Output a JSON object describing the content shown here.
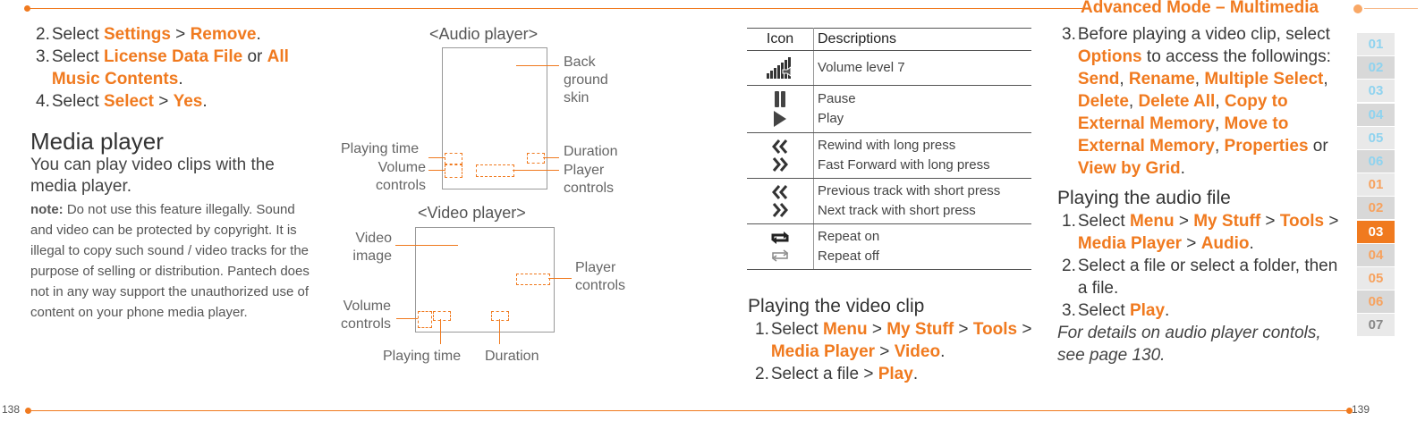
{
  "header": {
    "title": "Advanced Mode – Multimedia"
  },
  "page_numbers": {
    "left": "138",
    "right": "139"
  },
  "left_steps": [
    {
      "num": "2.",
      "parts": [
        [
          "Select ",
          false
        ],
        [
          "Settings",
          true
        ],
        [
          " > ",
          false
        ],
        [
          "Remove",
          true
        ],
        [
          ".",
          false
        ]
      ]
    },
    {
      "num": "3.",
      "parts": [
        [
          "Select ",
          false
        ],
        [
          "License Data File",
          true
        ],
        [
          " or ",
          false
        ],
        [
          "All Music Contents",
          true
        ],
        [
          ".",
          false
        ]
      ]
    },
    {
      "num": "4.",
      "parts": [
        [
          "Select ",
          false
        ],
        [
          "Select",
          true
        ],
        [
          " > ",
          false
        ],
        [
          "Yes",
          true
        ],
        [
          ".",
          false
        ]
      ]
    }
  ],
  "media_player": {
    "heading": "Media player",
    "intro": "You can play video clips with the media player.",
    "note_label": "note:",
    "note_text": " Do not use this feature illegally. Sound and video can be protected by copyright. It is illegal to copy such sound / video tracks for the purpose of selling or distribution. Pantech does not in any way support the unauthorized use of content on your phone media player."
  },
  "audio_diagram": {
    "title": "<Audio player>",
    "background_skin": [
      "Back",
      "ground",
      "skin"
    ],
    "playing_time": "Playing time",
    "volume_controls": [
      "Volume",
      "controls"
    ],
    "duration": "Duration",
    "player_controls": [
      "Player",
      "controls"
    ]
  },
  "video_diagram": {
    "title": "<Video player>",
    "video_image": [
      "Video",
      "image"
    ],
    "player_controls": [
      "Player",
      "controls"
    ],
    "volume_controls": [
      "Volume",
      "controls"
    ],
    "playing_time": "Playing time",
    "duration": "Duration"
  },
  "icon_table": {
    "headers": [
      "Icon",
      "Descriptions"
    ],
    "rows": [
      {
        "icons": [
          "volume-level-icon"
        ],
        "lines": [
          "Volume level 7"
        ]
      },
      {
        "icons": [
          "pause-icon",
          "play-icon"
        ],
        "lines": [
          "Pause",
          "Play"
        ]
      },
      {
        "icons": [
          "rewind-icon",
          "fast-forward-icon"
        ],
        "lines": [
          "Rewind with long press",
          "Fast Forward with long press"
        ]
      },
      {
        "icons": [
          "previous-track-icon",
          "next-track-icon"
        ],
        "lines": [
          "Previous track with short press",
          "Next track with short press"
        ]
      },
      {
        "icons": [
          "repeat-on-icon",
          "repeat-off-icon"
        ],
        "lines": [
          "Repeat on",
          "Repeat off"
        ]
      }
    ]
  },
  "video_clip": {
    "heading": "Playing the video clip",
    "steps": [
      {
        "num": "1.",
        "parts": [
          [
            "Select ",
            false
          ],
          [
            "Menu",
            true
          ],
          [
            " > ",
            false
          ],
          [
            "My Stuff",
            true
          ],
          [
            " > ",
            false
          ],
          [
            "Tools",
            true
          ],
          [
            " > ",
            false
          ],
          [
            "Media Player",
            true
          ],
          [
            " > ",
            false
          ],
          [
            "Video",
            true
          ],
          [
            ".",
            false
          ]
        ]
      },
      {
        "num": "2.",
        "parts": [
          [
            "Select a file > ",
            false
          ],
          [
            "Play",
            true
          ],
          [
            ".",
            false
          ]
        ]
      }
    ]
  },
  "right_col": {
    "step3": {
      "num": "3.",
      "parts": [
        [
          "Before playing a video clip, select ",
          false
        ],
        [
          "Options",
          true
        ],
        [
          " to access the followings: ",
          false
        ],
        [
          "Send",
          true
        ],
        [
          ", ",
          false
        ],
        [
          "Rename",
          true
        ],
        [
          ", ",
          false
        ],
        [
          "Multiple Select",
          true
        ],
        [
          ", ",
          false
        ],
        [
          "Delete",
          true
        ],
        [
          ", ",
          false
        ],
        [
          "Delete All",
          true
        ],
        [
          ", ",
          false
        ],
        [
          "Copy to External Memory",
          true
        ],
        [
          ", ",
          false
        ],
        [
          "Move to External Memory",
          true
        ],
        [
          ", ",
          false
        ],
        [
          "Properties",
          true
        ],
        [
          " or ",
          false
        ],
        [
          "View by Grid",
          true
        ],
        [
          ".",
          false
        ]
      ]
    },
    "audio_heading": "Playing the audio file",
    "audio_steps": [
      {
        "num": "1.",
        "parts": [
          [
            "Select ",
            false
          ],
          [
            "Menu",
            true
          ],
          [
            " > ",
            false
          ],
          [
            "My Stuff",
            true
          ],
          [
            " > ",
            false
          ],
          [
            "Tools",
            true
          ],
          [
            " > ",
            false
          ],
          [
            "Media Player",
            true
          ],
          [
            " > ",
            false
          ],
          [
            "Audio",
            true
          ],
          [
            ".",
            false
          ]
        ]
      },
      {
        "num": "2.",
        "parts": [
          [
            "Select a file or select a folder, then a file.",
            false
          ]
        ]
      },
      {
        "num": "3.",
        "parts": [
          [
            "Select ",
            false
          ],
          [
            "Play",
            true
          ],
          [
            ".",
            false
          ]
        ]
      }
    ],
    "footnote": "For details on audio player contols, see page 130."
  },
  "side_tabs": {
    "items": [
      "01",
      "02",
      "03",
      "04",
      "05",
      "06",
      "01",
      "02",
      "03",
      "04",
      "05",
      "06",
      "07"
    ],
    "active_index": 8,
    "colors": {
      "blue": "#8fd3ef",
      "orange": "#f7a25e",
      "active_bg": "#f07a1f",
      "bg": "#e9e9e9",
      "bg_alt": "#d8d8d8"
    }
  },
  "accent_color": "#f07a1f"
}
